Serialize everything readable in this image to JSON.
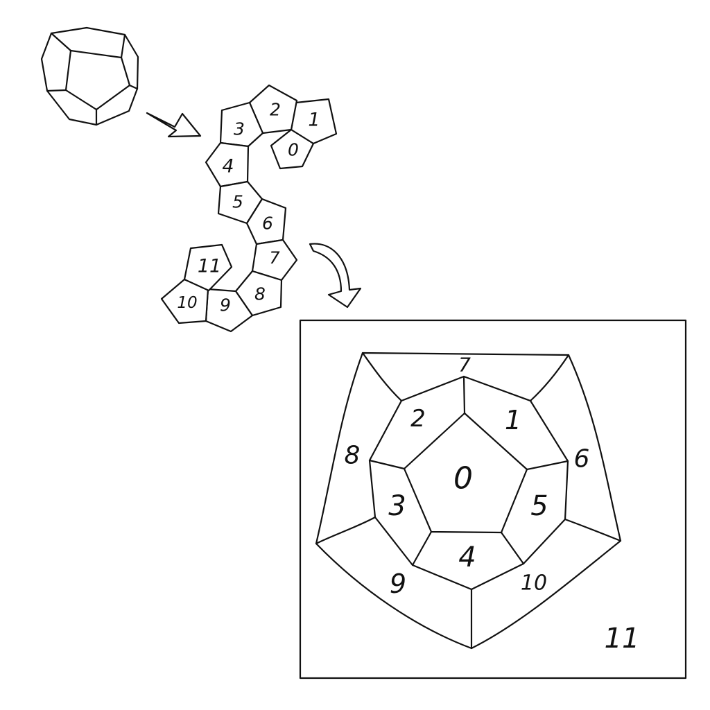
{
  "net_labels": [
    "0",
    "1",
    "2",
    "3",
    "4",
    "5",
    "6",
    "7",
    "8",
    "9",
    "10",
    "11"
  ],
  "schlegel_labels": [
    "0",
    "1",
    "2",
    "3",
    "4",
    "5",
    "6",
    "7",
    "8",
    "9",
    "10",
    "11"
  ],
  "icons": [
    "dodecahedron-icon",
    "straight-arrow-icon",
    "curved-arrow-icon"
  ]
}
